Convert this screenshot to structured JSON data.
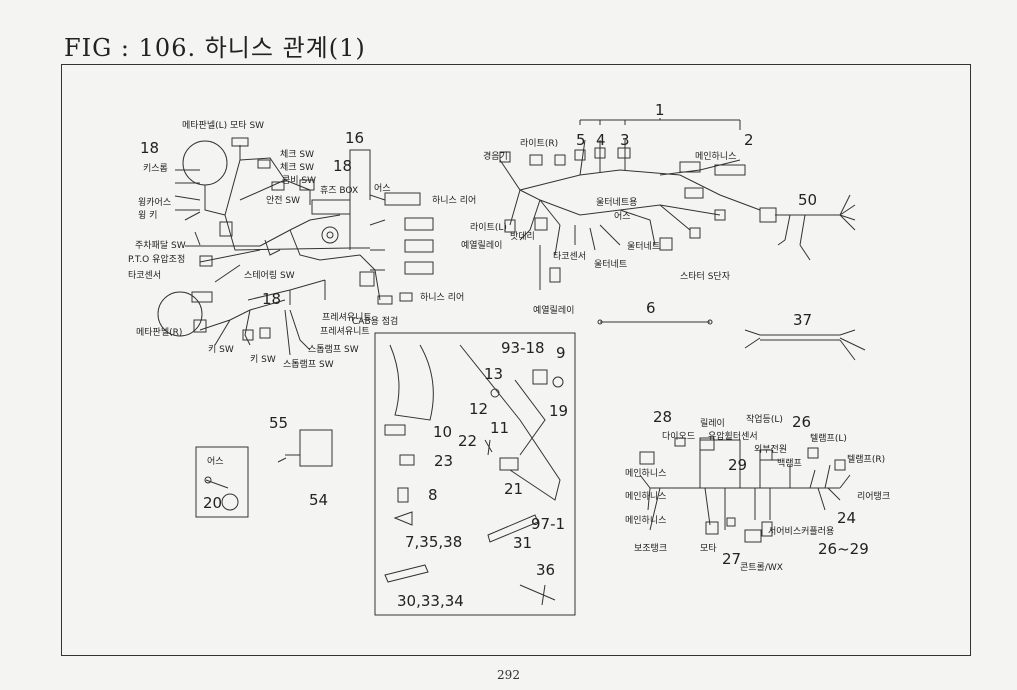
{
  "title": "FIG : 106. 하니스 관계(1)",
  "page_number": "292",
  "labels": {
    "meter_panel_l_motor_sw": "메타판넬(L) 모타 SW",
    "check_sw_1": "체크 SW",
    "check_sw_2": "체크 SW",
    "combi_sw": "콤비 SW",
    "fuse_box": "휴즈 BOX",
    "kisrom": "키스롬",
    "wing_case": "윙카어스",
    "wing_key": "윙 키",
    "safety_sw": "안전 SW",
    "parking_pedal_sw": "주차패달 SW",
    "pto_oil": "P.T.O 유압조정",
    "tacho_sensor": "타코센서",
    "steering_sw": "스테어링 SW",
    "meter_panel_r": "메타판넬(R)",
    "key_sw_1": "키 SW",
    "key_sw_2": "키 SW",
    "prosser_unit_1": "프레셔유니트",
    "prosser_unit_2": "프레셔유니트",
    "stop_lamp_sw_1": "스톱램프 SW",
    "stop_lamp_sw_2": "스톱램프 SW",
    "earth_1": "어스",
    "harness_rear_1": "하니스 리어",
    "harness_rear_2": "하니스 리어",
    "cab_check": "CAB용 점검",
    "horn": "경음기",
    "light_r": "라이트(R)",
    "light_l": "라이트(L)",
    "main_harness_1": "메인하니스",
    "battery": "밧데리",
    "preheat_relay": "예열릴레이",
    "tacho_sensor_2": "타코센서",
    "alternator_1": "울터네트용",
    "earth_2": "어스",
    "alternator_2": "울터네트",
    "alternator_3": "울터네트",
    "starter_s": "스타터 S단자",
    "preheat_relay_2": "예열릴레이",
    "earth_3": "어스",
    "relay": "릴레이",
    "diode": "다이오드",
    "oil_filter_sensor": "유압휠터센서",
    "work_light_l": "작업등(L)",
    "external_power": "외부전원",
    "back_lamp": "백램프",
    "tail_lamp_l": "텔램프(L)",
    "tail_lamp_r": "텔램프(R)",
    "main_harness_2": "메인하니스",
    "main_harness_3": "메인하니스",
    "main_harness_4": "메인하니스",
    "rear_tank": "리어탱크",
    "aux_tank": "보조탱크",
    "motor": "모타",
    "controller_wx": "콘트롤/WX",
    "service_coupler": "서어비스커플러용"
  },
  "part_numbers": {
    "n1": "1",
    "n2": "2",
    "n3": "3",
    "n4": "4",
    "n5": "5",
    "n6": "6",
    "n16": "16",
    "n18a": "18",
    "n18b": "18",
    "n18c": "18",
    "n50": "50",
    "n37": "37",
    "n55": "55",
    "n54": "54",
    "n20": "20",
    "n93_18": "93-18",
    "n9": "9",
    "n13": "13",
    "n12": "12",
    "n19": "19",
    "n10": "10",
    "n11": "11",
    "n22": "22",
    "n23": "23",
    "n21": "21",
    "n8": "8",
    "n97_1": "97-1",
    "n7_35_38": "7,35,38",
    "n31": "31",
    "n36": "36",
    "n30_33_34": "30,33,34",
    "n28": "28",
    "n26": "26",
    "n29": "29",
    "n24": "24",
    "n27": "27",
    "n26_29": "26~29"
  }
}
